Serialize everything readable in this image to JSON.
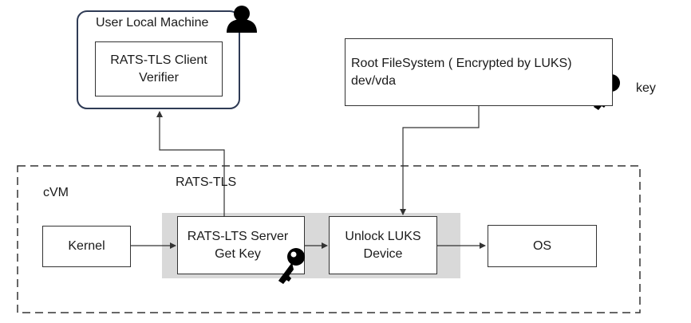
{
  "user_machine": {
    "title": "User Local Machine",
    "verifier_line1": "RATS-TLS Client",
    "verifier_line2": "Verifier"
  },
  "rootfs": {
    "line1": "Root FileSystem ( Encrypted by LUKS)",
    "line2": "dev/vda",
    "key_label": "key"
  },
  "cvm": {
    "label": "cVM",
    "rats_tls_label": "RATS-TLS",
    "kernel": "Kernel",
    "server_line1": "RATS-LTS Server",
    "server_line2": "Get Key",
    "unlock_line1": "Unlock LUKS",
    "unlock_line2": "Device",
    "os": "OS"
  },
  "icons": {
    "user": "user-icon",
    "key": "key-icon"
  },
  "colors": {
    "line": "#333333",
    "highlight": "#d9d9d9",
    "icon": "#000000"
  }
}
